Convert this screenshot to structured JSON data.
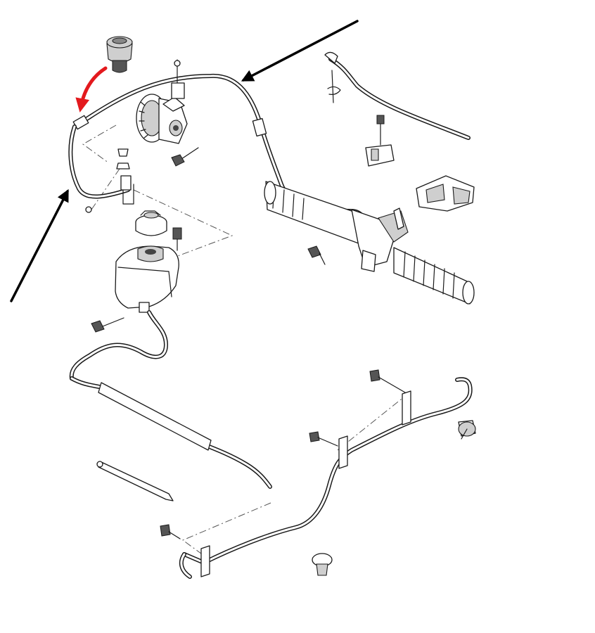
{
  "diagram": {
    "kind": "power steering hydraulic system exploded view",
    "colors": {
      "line_art": "#1a1a1a",
      "background": "#ffffff",
      "pointer_arrows": "#000000",
      "highlight_arrow": "#e3191d"
    },
    "callouts": [
      {
        "id": "pressure-hose-arrow",
        "color": "#000000"
      },
      {
        "id": "left-hose-arrow",
        "color": "#000000"
      },
      {
        "id": "sensor-to-hose-arrow",
        "color": "#e3191d"
      }
    ]
  }
}
